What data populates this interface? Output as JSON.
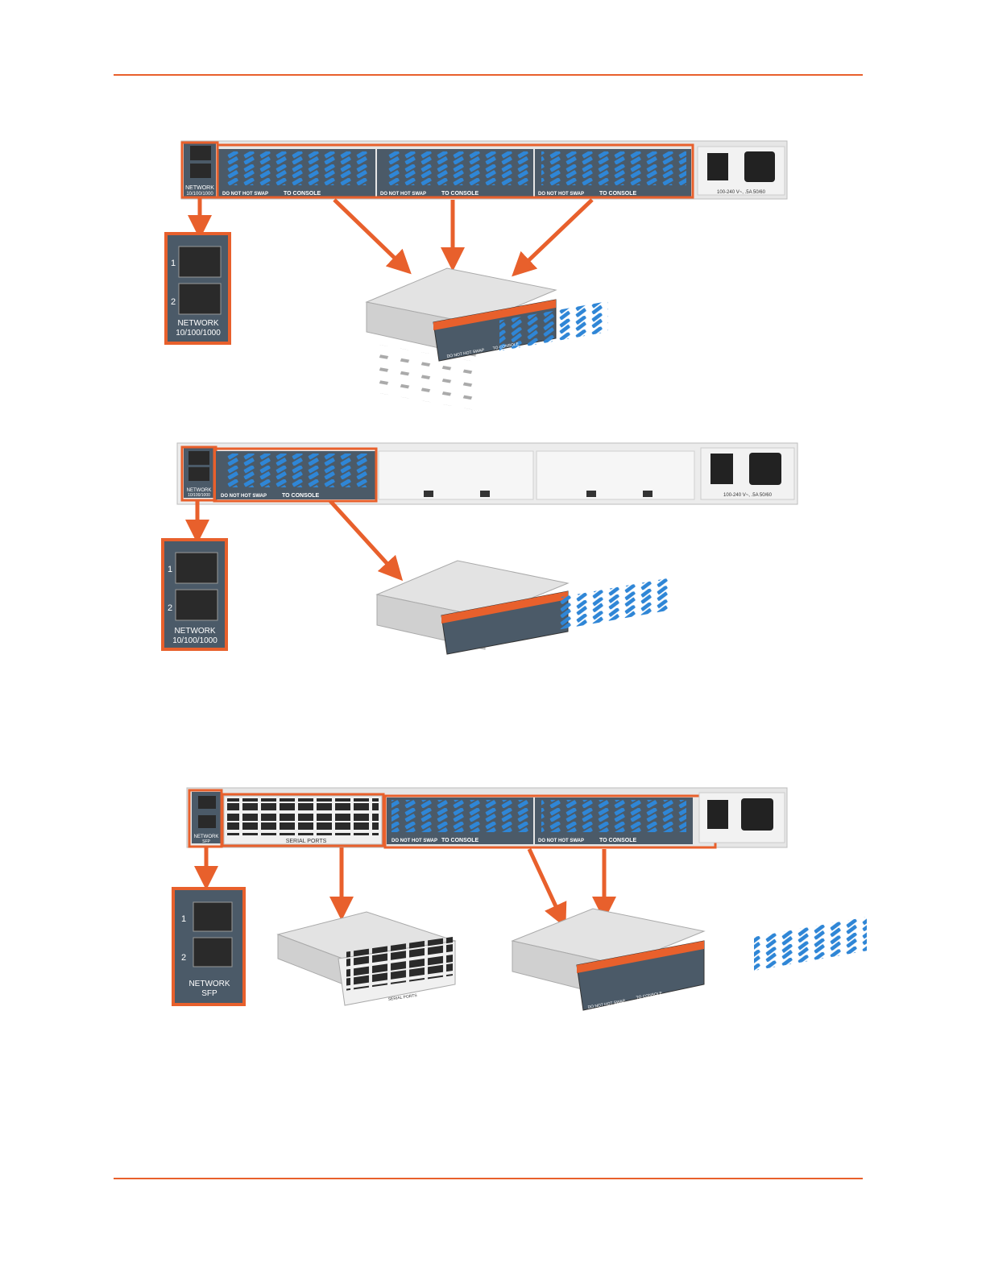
{
  "colors": {
    "accent": "#e8602c",
    "panel": "#4b5a68",
    "panel_dark": "#3d4955",
    "port_blue": "#2f86d6",
    "chassis": "#e8e8e8",
    "rj45": "#2a2a2a"
  },
  "figure1": {
    "network_callout": {
      "port1": "1",
      "port2": "2",
      "label1": "NETWORK",
      "label2": "10/100/1000"
    },
    "network_small_label1": "NETWORK",
    "network_small_label2": "10/100/1000",
    "module_warning": "DO NOT HOT SWAP",
    "module_console": "TO CONSOLE",
    "power_rating": "100-240 V~, .5A 50/60"
  },
  "figure2": {
    "network_callout": {
      "port1": "1",
      "port2": "2",
      "label1": "NETWORK",
      "label2": "10/100/1000"
    },
    "network_small_label1": "NETWORK",
    "network_small_label2": "10/100/1000",
    "module_warning": "DO NOT HOT SWAP",
    "module_console": "TO CONSOLE",
    "power_rating": "100-240 V~, .5A 50/60"
  },
  "figure3": {
    "network_callout": {
      "port1": "1",
      "port2": "2",
      "label1": "NETWORK",
      "label2": "SFP"
    },
    "network_small_label1": "NETWORK",
    "network_small_label2": "SFP",
    "serial_label": "SERIAL PORTS",
    "module_warning": "DO NOT HOT SWAP",
    "module_console": "TO CONSOLE"
  }
}
